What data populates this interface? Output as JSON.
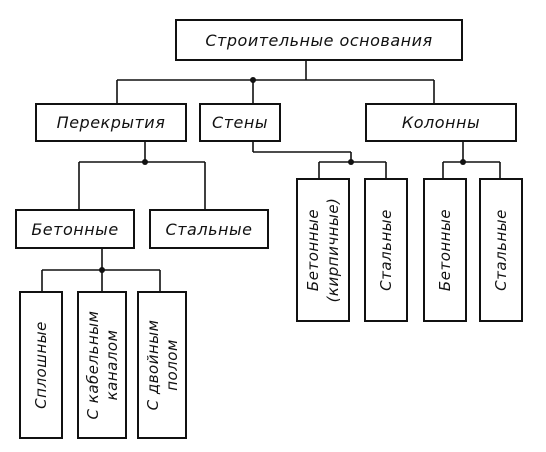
{
  "root": {
    "label": "Строительные основания"
  },
  "level1": {
    "floors": "Перекрытия",
    "walls": "Стены",
    "columns": "Колонны"
  },
  "floors_children": {
    "concrete": "Бетонные",
    "steel": "Стальные"
  },
  "concrete_floor_children": {
    "solid": "Сплошные",
    "cable_channel_line1": "С кабельным",
    "cable_channel_line2": "каналом",
    "double_floor_line1": "С двойным",
    "double_floor_line2": "полом"
  },
  "walls_children": {
    "concrete_brick_line1": "Бетонные",
    "concrete_brick_line2": "(кирпичные)",
    "steel": "Стальные"
  },
  "columns_children": {
    "concrete": "Бетонные",
    "steel": "Стальные"
  }
}
